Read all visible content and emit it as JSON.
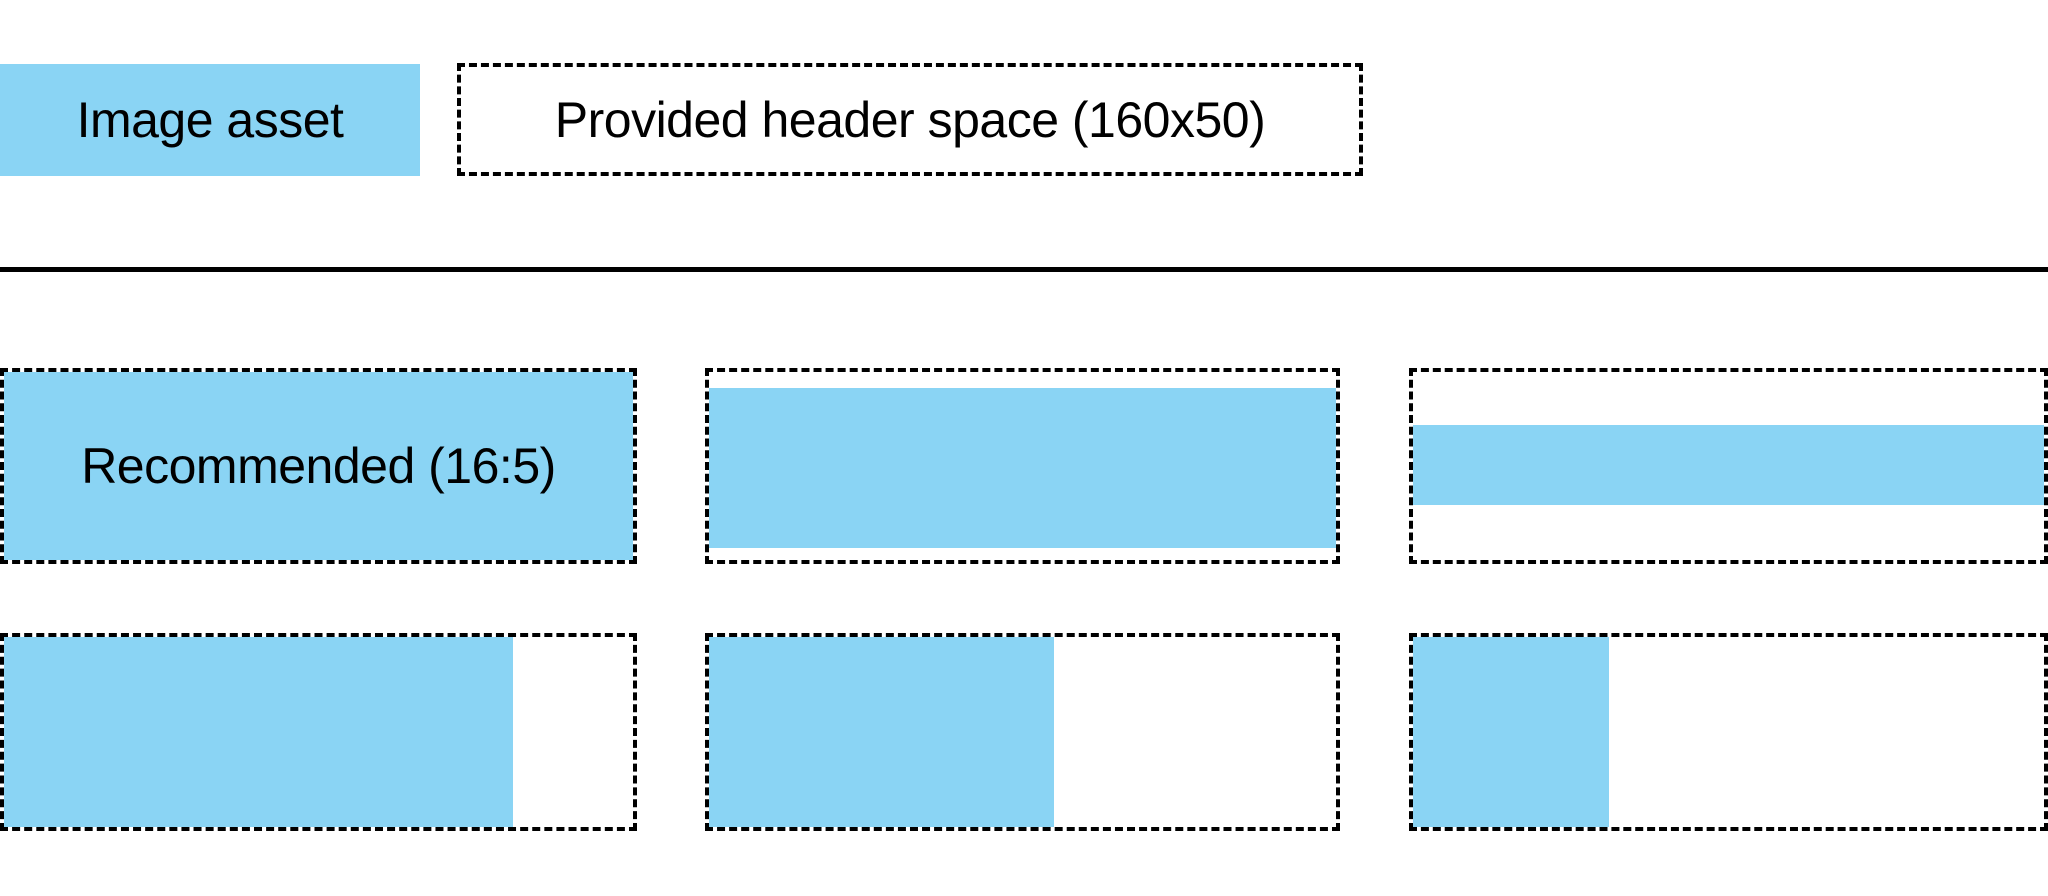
{
  "colors": {
    "asset_blue": "#8ad4f4",
    "border": "#000000",
    "divider": "#000000",
    "text": "#000000",
    "background": "#ffffff"
  },
  "legend": {
    "image_asset_label": "Image asset",
    "header_space_label": "Provided header space (160x50)"
  },
  "examples": [
    {
      "key": "recommended-16-5",
      "label": "Recommended (16:5)",
      "fill": {
        "left_pct": 0,
        "top_pct": 0,
        "width_pct": 100,
        "height_pct": 100
      }
    },
    {
      "key": "full-width-large-band",
      "label": "",
      "fill": {
        "left_pct": 0,
        "top_pct": 8.5,
        "width_pct": 100,
        "height_pct": 85
      }
    },
    {
      "key": "full-width-thin-band",
      "label": "",
      "fill": {
        "left_pct": 0,
        "top_pct": 28,
        "width_pct": 100,
        "height_pct": 43
      }
    },
    {
      "key": "partial-width-large",
      "label": "",
      "fill": {
        "left_pct": 0,
        "top_pct": 0,
        "width_pct": 81,
        "height_pct": 100
      }
    },
    {
      "key": "partial-width-medium",
      "label": "",
      "fill": {
        "left_pct": 0,
        "top_pct": 0,
        "width_pct": 55,
        "height_pct": 100
      }
    },
    {
      "key": "partial-width-small",
      "label": "",
      "fill": {
        "left_pct": 0,
        "top_pct": 0,
        "width_pct": 31,
        "height_pct": 100
      }
    }
  ]
}
